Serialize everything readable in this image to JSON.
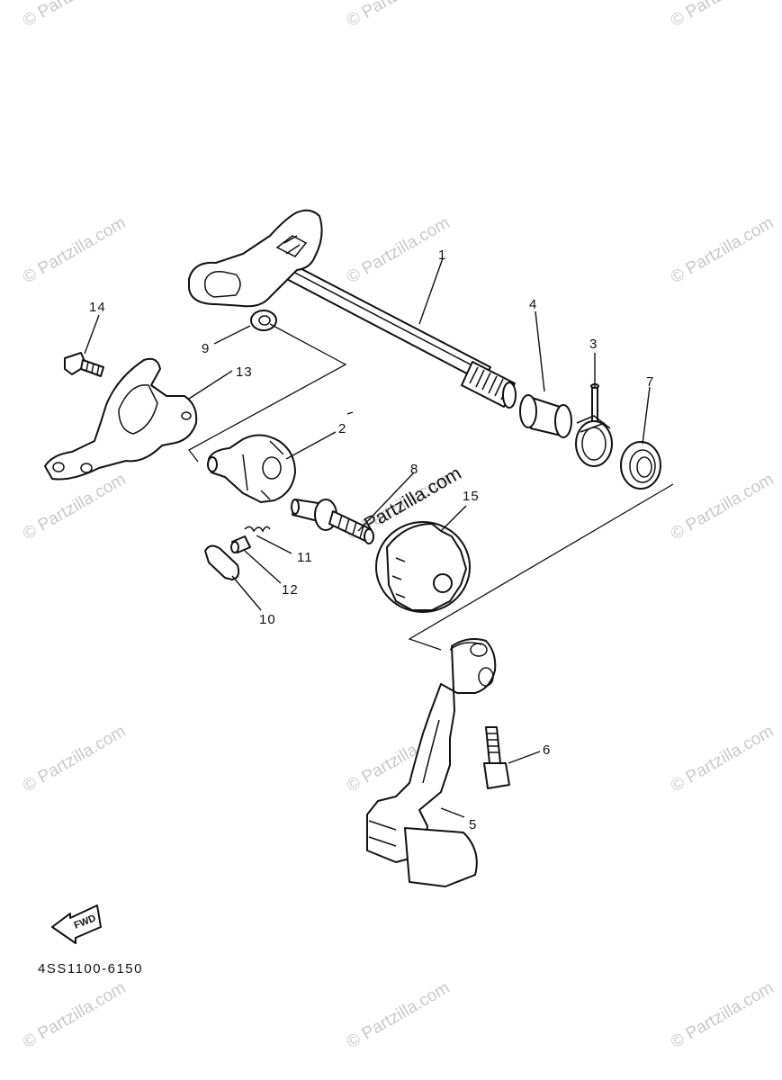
{
  "watermark": {
    "text": "© Partzilla.com",
    "center_text": "Partzilla.com"
  },
  "callouts": [
    "1",
    "2",
    "3",
    "4",
    "5",
    "6",
    "7",
    "8",
    "9",
    "10",
    "11",
    "12",
    "13",
    "14",
    "15"
  ],
  "fwd_label": "FWD",
  "diagram_code": "4SS1100-6150"
}
